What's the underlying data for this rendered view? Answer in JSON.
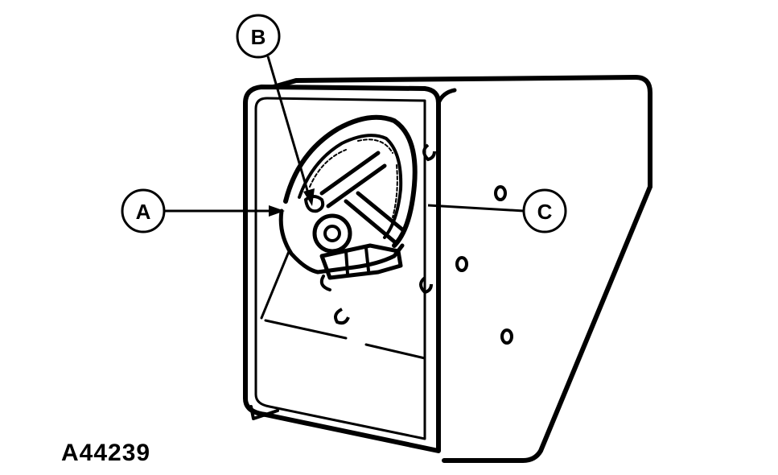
{
  "callouts": {
    "a": "A",
    "b": "B",
    "c": "C"
  },
  "figure_code": "A44239",
  "colors": {
    "ink": "#000000",
    "paper": "#ffffff"
  }
}
